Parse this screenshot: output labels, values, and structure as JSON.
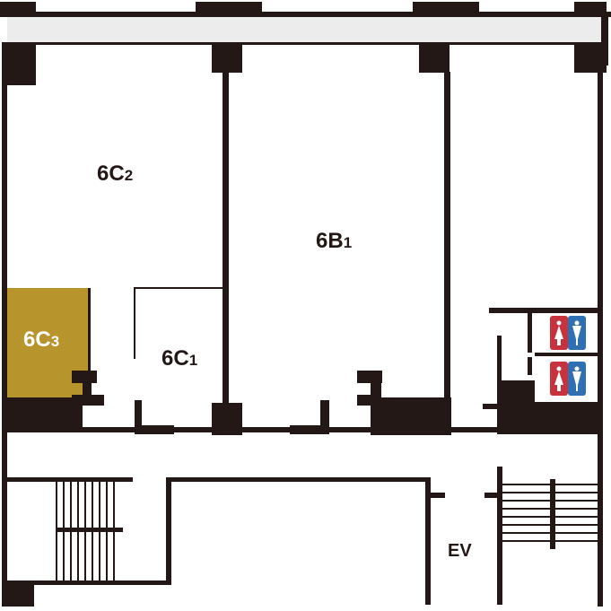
{
  "colors": {
    "wall": "#231815",
    "corridor_band": "#ececec",
    "highlight_room": "#b8942c",
    "toilet_female": "#c8323c",
    "toilet_male": "#2f6fb4"
  },
  "rooms": {
    "c2": {
      "main": "6C",
      "sub": "2"
    },
    "b1": {
      "main": "6B",
      "sub": "1"
    },
    "c3": {
      "main": "6C",
      "sub": "3"
    },
    "c1": {
      "main": "6C",
      "sub": "1"
    }
  },
  "elevator_label": "EV",
  "icons": {
    "restroom_upper": "restroom-icon",
    "restroom_lower": "restroom-icon",
    "stairs_left": "stairs-icon",
    "stairs_right": "stairs-icon"
  }
}
